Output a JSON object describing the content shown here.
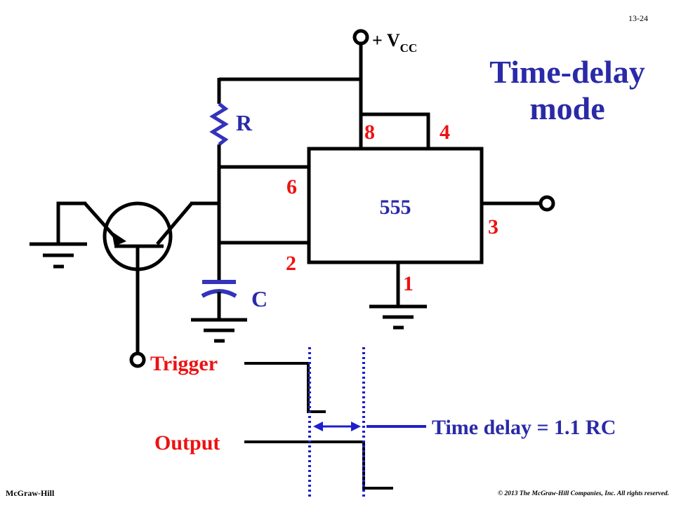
{
  "slide": {
    "page_number": "13-24",
    "title_line1": "Time-delay",
    "title_line2": "mode",
    "publisher": "McGraw-Hill",
    "copyright": "© 2013 The McGraw-Hill Companies, Inc. All rights reserved."
  },
  "circuit": {
    "supply_prefix": "+ V",
    "supply_subscript": "CC",
    "resistor_label": "R",
    "capacitor_label": "C",
    "ic_label": "555",
    "pins": {
      "p8": "8",
      "p4": "4",
      "p6": "6",
      "p2": "2",
      "p3": "3",
      "p1": "1"
    },
    "trigger_label": "Trigger",
    "output_label": "Output",
    "delay_label": "Time delay = 1.1 RC"
  },
  "colors": {
    "wire": "#000000",
    "component": "#3333bb",
    "pin_label": "#ee1111",
    "label": "#2a2aa8",
    "marker": "#1f1fcc"
  }
}
